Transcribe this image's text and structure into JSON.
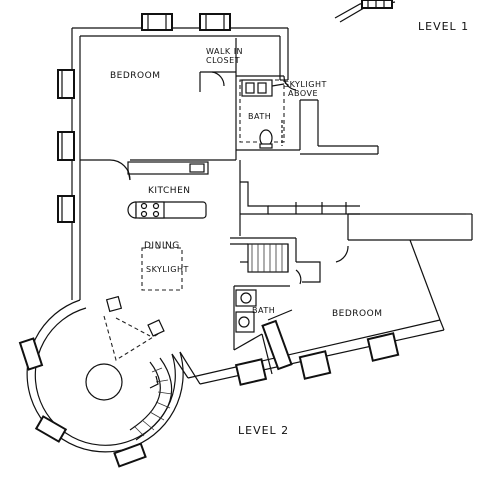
{
  "levels": {
    "upper": "LEVEL 1",
    "main": "LEVEL 2"
  },
  "rooms": {
    "bedroom_main": "BEDROOM",
    "walk_in_line1": "WALK IN",
    "walk_in_line2": "CLOSET",
    "skylight_above_line1": "SKYLIGHT",
    "skylight_above_line2": "ABOVE",
    "bath_upper": "BATH",
    "kitchen": "KITCHEN",
    "dining": "DINING",
    "skylight": "SKYLIGHT",
    "bath_lower": "BATH",
    "bedroom_lower": "BEDROOM"
  },
  "colors": {
    "ink": "#111111",
    "paper": "#ffffff"
  }
}
